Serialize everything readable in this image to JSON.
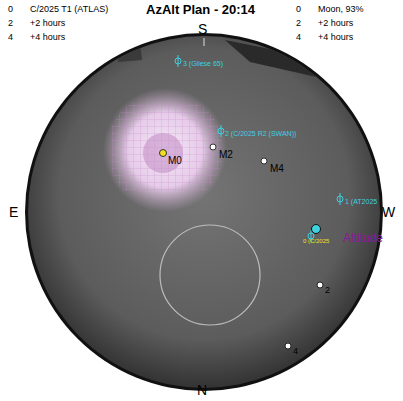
{
  "diagram": {
    "title": "AzAlt Plan - 20:14",
    "labels": [
      "0",
      "C/2025 T1 (ATLAS)",
      "2",
      "+2 hours",
      "4",
      "+4 hours",
      "0",
      "Moon, 93%",
      "2",
      "+2 hours",
      "4",
      "+4 hours",
      "S",
      "E",
      "W",
      "N",
      "3 (Gliese 65)",
      "2 (C/2025 R2 (SWAN))",
      "M0",
      "M2",
      "M4",
      "1 (AT2025",
      "0 (C/2025",
      "Altitude",
      "2",
      "4"
    ]
  }
}
